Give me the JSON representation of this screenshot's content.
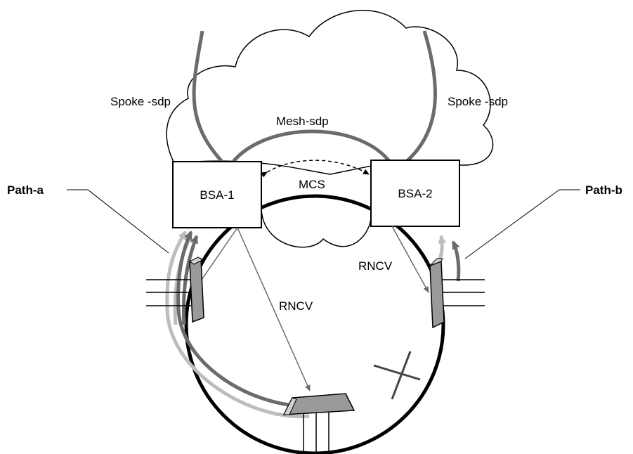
{
  "labels": {
    "spoke_left": "Spoke -sdp",
    "spoke_right": "Spoke -sdp",
    "mesh": "Mesh-sdp",
    "mcs": "MCS",
    "rncv_left": "RNCV",
    "rncv_right": "RNCV",
    "path_a": "Path-a",
    "path_b": "Path-b"
  },
  "nodes": {
    "bsa1": "BSA-1",
    "bsa2": "BSA-2"
  },
  "colors": {
    "line_dark": "#000000",
    "path_dark": "#6b6b6b",
    "path_light": "#bdbdbd",
    "device_fill": "#9a9a9a",
    "device_light": "#d2d2d2"
  }
}
